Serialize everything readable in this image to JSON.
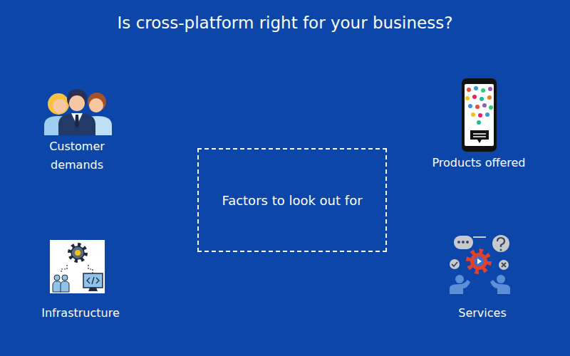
{
  "diagram": {
    "title": "Is cross-platform right for your business?",
    "nodes": [
      {
        "text": [
          "Factors to look out for"
        ]
      }
    ],
    "labels": [
      "Customer demands",
      "Products offered",
      "Infrastructure",
      "Services"
    ]
  }
}
